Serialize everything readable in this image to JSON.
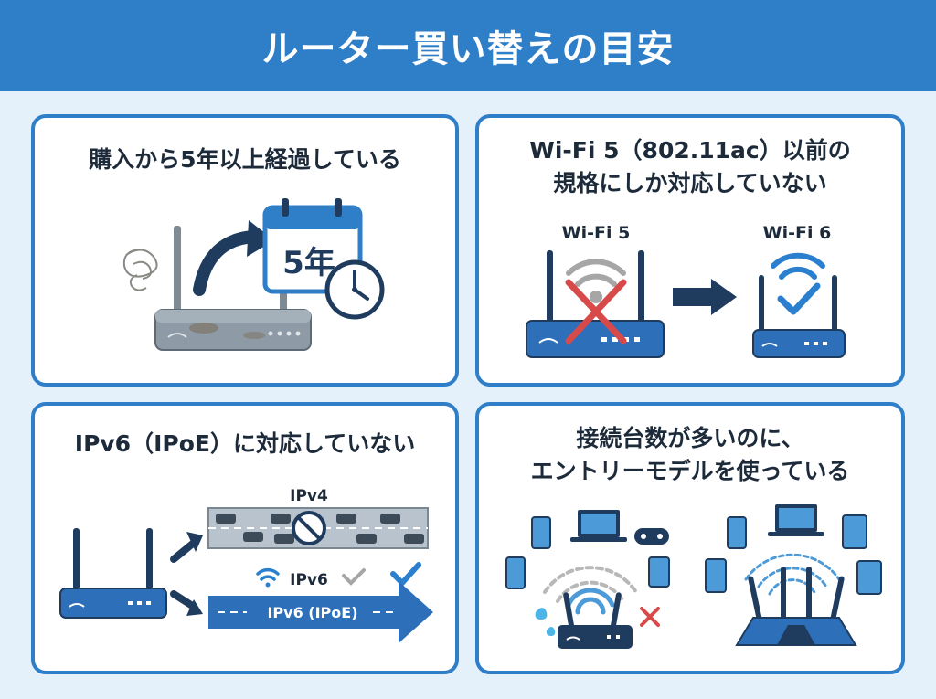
{
  "title": "ルーター買い替えの目安",
  "colors": {
    "header": "#2f7ec8",
    "background": "#e4f0fa",
    "router_blue": "#2d6fb8",
    "x_red": "#d84a4a",
    "check_blue": "#2a80cf"
  },
  "panels": [
    {
      "title": "購入から5年以上経過している",
      "calendar_label": "5年",
      "icons": [
        "old-router-icon",
        "arrow-icon",
        "calendar-icon",
        "clock-icon",
        "dust-icon"
      ]
    },
    {
      "title_line1": "Wi-Fi 5（802.11ac）以前の",
      "title_line2": "規格にしか対応していない",
      "old_label": "Wi-Fi 5",
      "new_label": "Wi-Fi 6",
      "icons": [
        "router-icon",
        "x-mark-icon",
        "arrow-icon",
        "check-icon",
        "wifi-icon"
      ]
    },
    {
      "title": "IPv6（IPoE）に対応していない",
      "ipv4_label": "IPv4",
      "ipv6_label": "IPv6",
      "ipoe_arrow_label": "IPv6 (IPoE)",
      "icons": [
        "router-icon",
        "traffic-jam-icon",
        "no-entry-icon",
        "wifi-icon",
        "check-icon"
      ]
    },
    {
      "title_line1": "接続台数が多いのに、",
      "title_line2": "エントリーモデルを使っている",
      "icons": [
        "entry-router-icon",
        "high-end-router-icon",
        "smartphone-icon",
        "laptop-icon",
        "game-controller-icon",
        "tablet-icon",
        "x-mark-icon"
      ]
    }
  ]
}
